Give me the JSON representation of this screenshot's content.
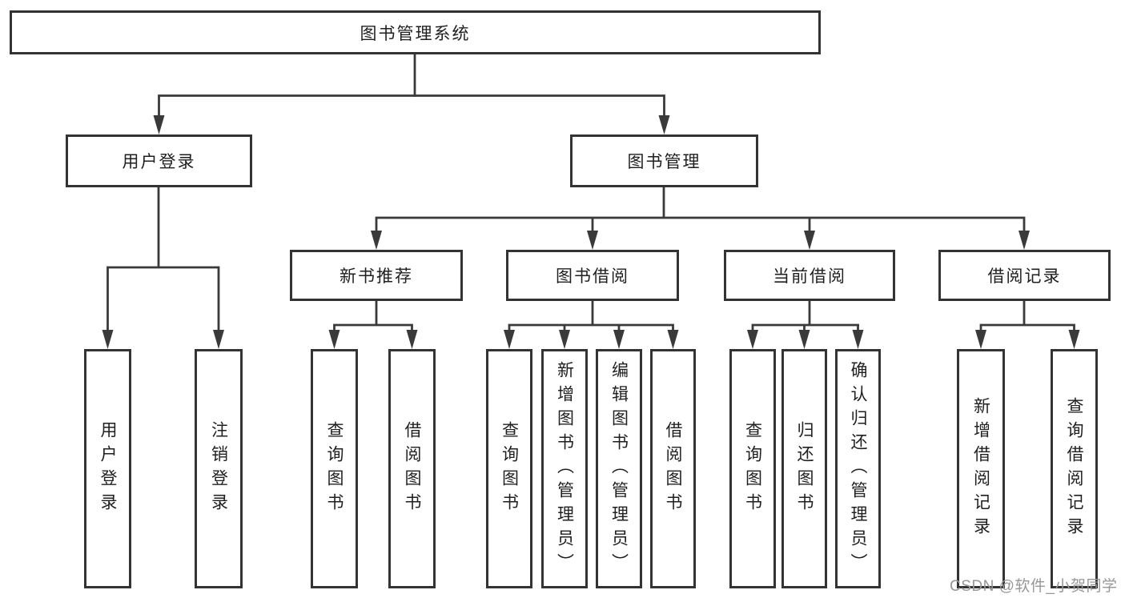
{
  "nodes": {
    "root": {
      "label": "图书管理系统"
    },
    "user_login": {
      "label": "用户登录"
    },
    "book_mgmt": {
      "label": "图书管理"
    },
    "new_book_rec": {
      "label": "新书推荐"
    },
    "book_borrow": {
      "label": "图书借阅"
    },
    "current_borrow": {
      "label": "当前借阅"
    },
    "borrow_records": {
      "label": "借阅记录"
    },
    "leaf_user_login": {
      "label": "用户登录"
    },
    "leaf_logout": {
      "label": "注销登录"
    },
    "leaf_nbr_query": {
      "label": "查询图书"
    },
    "leaf_nbr_borrow": {
      "label": "借阅图书"
    },
    "leaf_bb_query": {
      "label": "查询图书"
    },
    "leaf_bb_add": {
      "label": "新增图书（管理员）"
    },
    "leaf_bb_edit": {
      "label": "编辑图书（管理员）"
    },
    "leaf_bb_borrow": {
      "label": "借阅图书"
    },
    "leaf_cb_query": {
      "label": "查询图书"
    },
    "leaf_cb_return": {
      "label": "归还图书"
    },
    "leaf_cb_confirm": {
      "label": "确认归还（管理员）"
    },
    "leaf_br_add": {
      "label": "新增借阅记录"
    },
    "leaf_br_query": {
      "label": "查询借阅记录"
    }
  },
  "hierarchy": {
    "图书管理系统": {
      "用户登录": [
        "用户登录",
        "注销登录"
      ],
      "图书管理": {
        "新书推荐": [
          "查询图书",
          "借阅图书"
        ],
        "图书借阅": [
          "查询图书",
          "新增图书（管理员）",
          "编辑图书（管理员）",
          "借阅图书"
        ],
        "当前借阅": [
          "查询图书",
          "归还图书",
          "确认归还（管理员）"
        ],
        "借阅记录": [
          "新增借阅记录",
          "查询借阅记录"
        ]
      }
    }
  },
  "watermark": {
    "text": "CSDN @软件_小贺同学",
    "color": "#979797"
  },
  "colors": {
    "background": "#ffffff",
    "line": "#3a3a3a",
    "box_border": "#333333",
    "text": "#1f1f1f"
  }
}
